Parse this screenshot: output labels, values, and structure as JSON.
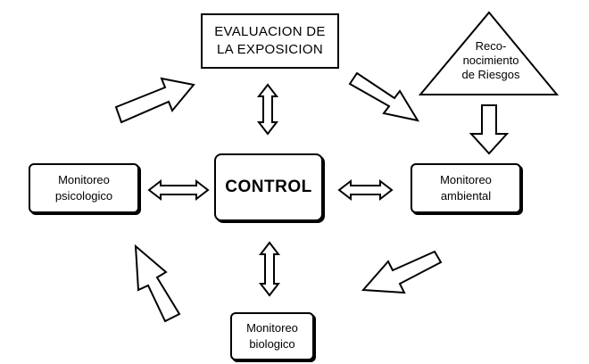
{
  "diagram": {
    "nodes": {
      "evaluacion": "EVALUACION DE\nLA EXPOSICION",
      "reconocimiento": "Reco-\nnocimiento\nde Riesgos",
      "control": "CONTROL",
      "psicologico": "Monitoreo\npsicologico",
      "ambiental": "Monitoreo\nambiental",
      "biologico": "Monitoreo\nbiologico"
    }
  }
}
